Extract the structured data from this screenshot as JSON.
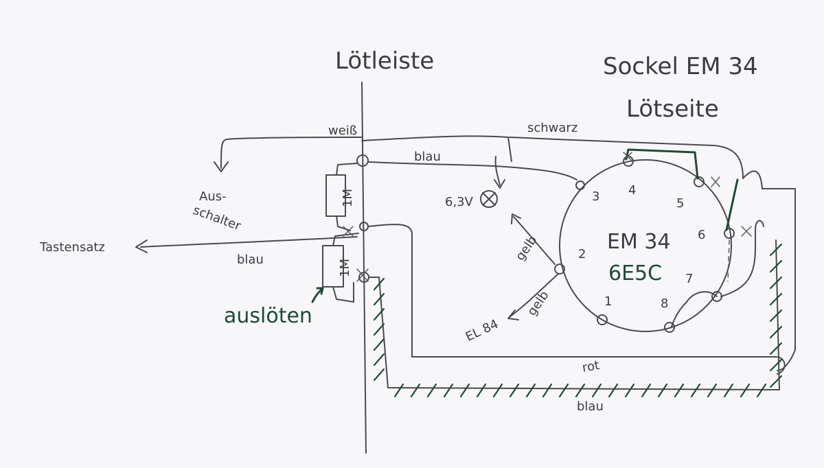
{
  "title_loetleiste": "Lötleiste",
  "title_sockel": "Sockel EM 34",
  "title_loetseite": "Lötseite",
  "tube_name": "EM 34",
  "tube_alt": "6E5C",
  "wires": {
    "weiss": "weiß",
    "blau_top": "blau",
    "schwarz": "schwarz",
    "blau_left": "blau",
    "rot": "rot",
    "blau_bottom": "blau",
    "gelb_upper": "gelb",
    "gelb_lower": "gelb"
  },
  "labels": {
    "aus_schalter_1": "Aus-",
    "aus_schalter_2": "schalter",
    "tastensatz": "Tastensatz",
    "heater": "6,3V",
    "el84": "EL 84",
    "ausloeten": "auslöten",
    "resistor_top": "1M",
    "resistor_bottom": "1M"
  },
  "pins": [
    "1",
    "2",
    "3",
    "4",
    "5",
    "6",
    "7",
    "8"
  ],
  "colors": {
    "pencil": "#4a4a4e",
    "ink": "#1f4a35",
    "paper": "#f7f7f9"
  }
}
